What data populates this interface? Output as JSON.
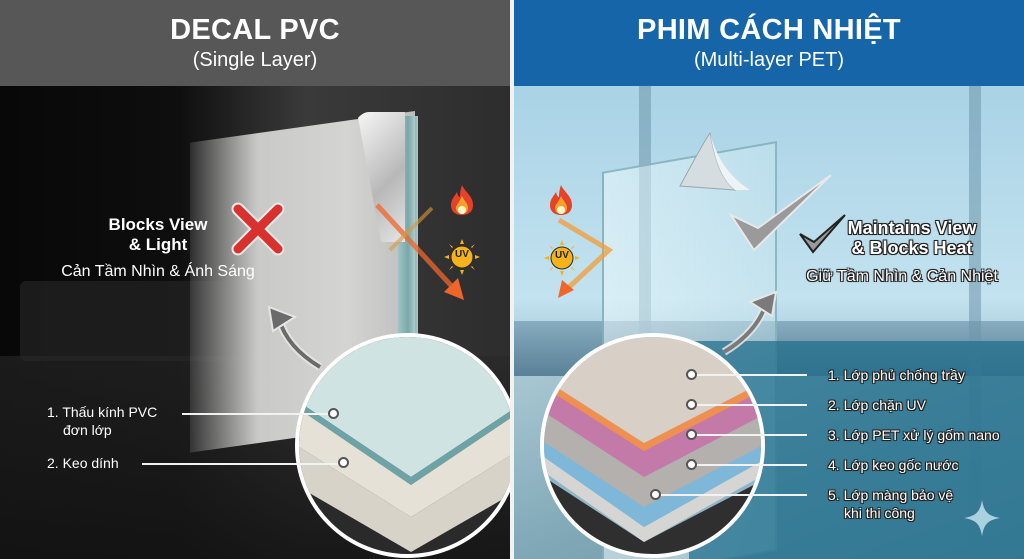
{
  "left_panel": {
    "title": "DECAL PVC",
    "subtitle": "(Single Layer)",
    "claim_en_line1": "Blocks View",
    "claim_en_line2": "& Light",
    "claim_vi": "Cản Tầm Nhìn & Ánh Sáng",
    "verdict_icon": "cross-icon",
    "layers": [
      {
        "label_line1": "1. Thấu kính PVC",
        "label_line2": "đơn lớp"
      },
      {
        "label_line1": "2. Keo dính",
        "label_line2": ""
      }
    ],
    "icons": [
      "fire-icon",
      "uv-sun-icon"
    ]
  },
  "right_panel": {
    "title": "PHIM CÁCH NHIỆT",
    "subtitle": "(Multi-layer PET)",
    "claim_en_line1": "Maintains View",
    "claim_en_line2": "& Blocks Heat",
    "claim_vi": "Giữ Tầm Nhìn & Cản Nhiệt",
    "verdict_icon": "checkmark-icon",
    "layers": [
      {
        "label_line1": "1. Lớp phủ chống trầy",
        "label_line2": ""
      },
      {
        "label_line1": "2. Lớp chặn UV",
        "label_line2": ""
      },
      {
        "label_line1": "3. Lớp PET xử lý gốm nano",
        "label_line2": ""
      },
      {
        "label_line1": "4. Lớp keo gốc nước",
        "label_line2": ""
      },
      {
        "label_line1": "5. Lớp màng bảo vệ",
        "label_line2": "khi thi công"
      }
    ],
    "icons": [
      "fire-icon",
      "uv-sun-icon"
    ]
  },
  "uv_text": "UV",
  "colors": {
    "left_header": "#575757",
    "right_header": "#1565a8",
    "cross_red": "#d9312e",
    "arrow_orange": "#f0662a",
    "uv_yellow": "#f5b21a"
  }
}
